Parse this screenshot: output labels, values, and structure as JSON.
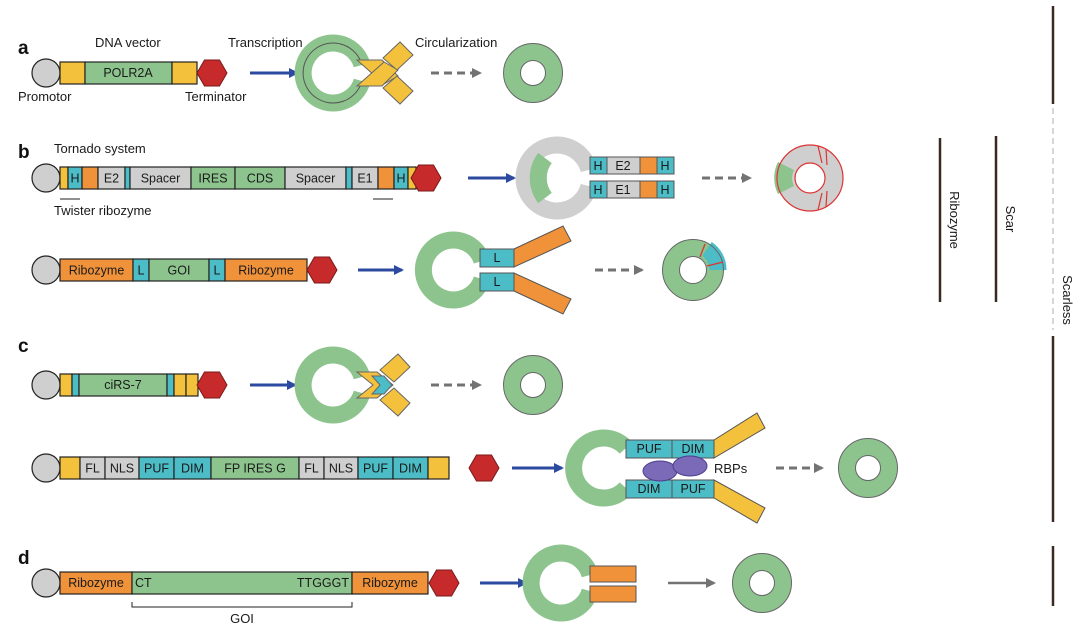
{
  "colors": {
    "yellow": "#f4c13d",
    "green": "#8dc48e",
    "gray": "#cfcfcf",
    "cyan": "#4cbcc6",
    "orange": "#f0923a",
    "red": "#c62a2a",
    "purple": "#7a6ab8",
    "blue": "#2c4aa0",
    "gray_arrow": "#737373",
    "outline": "#222222"
  },
  "panels": {
    "a": "a",
    "b": "b",
    "c": "c",
    "d": "d"
  },
  "panel_a": {
    "vector_label": "DNA vector",
    "gene": "POLR2A",
    "promoter_label": "Promotor",
    "terminator_label": "Terminator",
    "transcription_label": "Transcription",
    "circularization_label": "Circularization"
  },
  "panel_b": {
    "tornado_label": "Tornado system",
    "twister_label": "Twister ribozyme",
    "row1_segments": [
      "H",
      "E2",
      "Spacer",
      "IRES",
      "CDS",
      "Spacer",
      "E1",
      "H"
    ],
    "row1_inter": {
      "h": "H",
      "e2": "E2",
      "e1": "E1"
    },
    "row2_segments": [
      "Ribozyme",
      "L",
      "GOI",
      "L",
      "Ribozyme"
    ],
    "row2_inter": {
      "l": "L"
    }
  },
  "panel_c": {
    "row1_gene": "ciRS-7",
    "row2_segments": [
      "FL",
      "NLS",
      "PUF",
      "DIM",
      "FP IRES G",
      "FL",
      "NLS",
      "PUF",
      "DIM"
    ],
    "row2_inter": {
      "puf": "PUF",
      "dim": "DIM",
      "rbps": "RBPs"
    }
  },
  "panel_d": {
    "left_ribozyme": "Ribozyme",
    "seq_start": "CT",
    "seq_end": "TTGGGT",
    "right_ribozyme": "Ribozyme",
    "goi_label": "GOI"
  },
  "side_labels": {
    "ribozyme": "Ribozyme",
    "scar": "Scar",
    "scarless": "Scarless"
  }
}
